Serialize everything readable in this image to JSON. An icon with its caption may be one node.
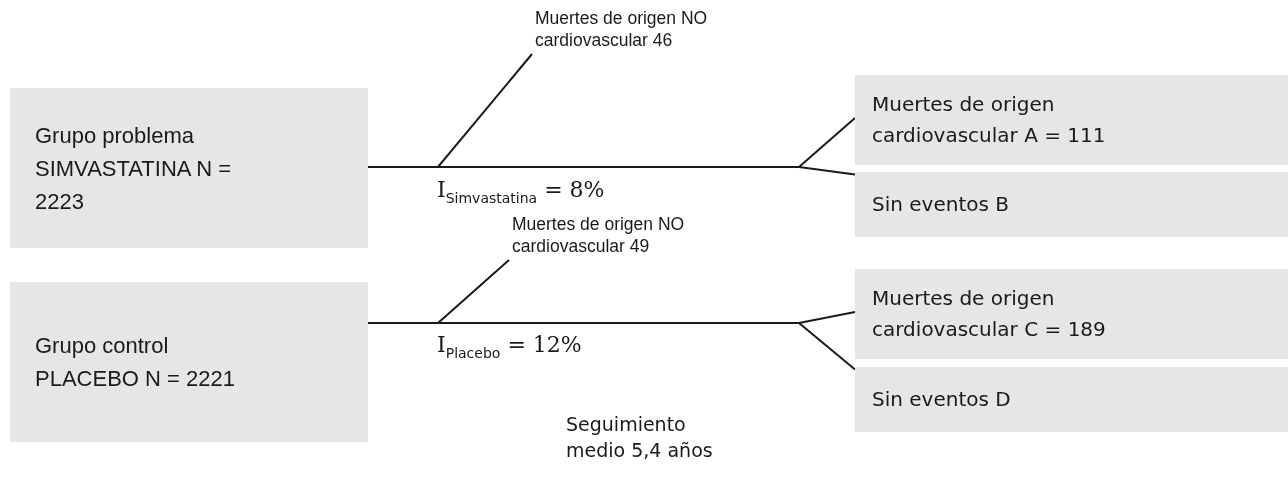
{
  "diagram": {
    "nodes": [
      {
        "text": [
          "Grupo problema SIMVASTATINA N = 2223"
        ]
      },
      {
        "text": [
          "Muertes de origen NO cardiovascular 46"
        ]
      },
      {
        "text": [
          "Muertes de origen cardiovascular A = 111"
        ]
      },
      {
        "text": [
          "Sin eventos B"
        ]
      },
      {
        "text": [
          "Grupo control PLACEBO N = 2221"
        ]
      },
      {
        "text": [
          "Muertes de origen NO cardiovascular 49"
        ]
      },
      {
        "text": [
          "Muertes de origen cardiovascular C = 189"
        ]
      },
      {
        "text": [
          "Sin eventos D"
        ]
      }
    ],
    "edges": [
      {
        "from": 0,
        "to": 1,
        "arrow": "none"
      },
      {
        "from": 0,
        "to": 2,
        "arrow": "none"
      },
      {
        "from": 0,
        "to": 3,
        "arrow": "none"
      },
      {
        "from": 4,
        "to": 5,
        "arrow": "none"
      },
      {
        "from": 4,
        "to": 6,
        "arrow": "none"
      },
      {
        "from": 4,
        "to": 7,
        "arrow": "none"
      }
    ],
    "labels": [
      "I$_{Simvastatina}$ = 8%",
      "I$_{Placebo}$ = 12%",
      "Seguimiento medio 5,4 años"
    ]
  }
}
